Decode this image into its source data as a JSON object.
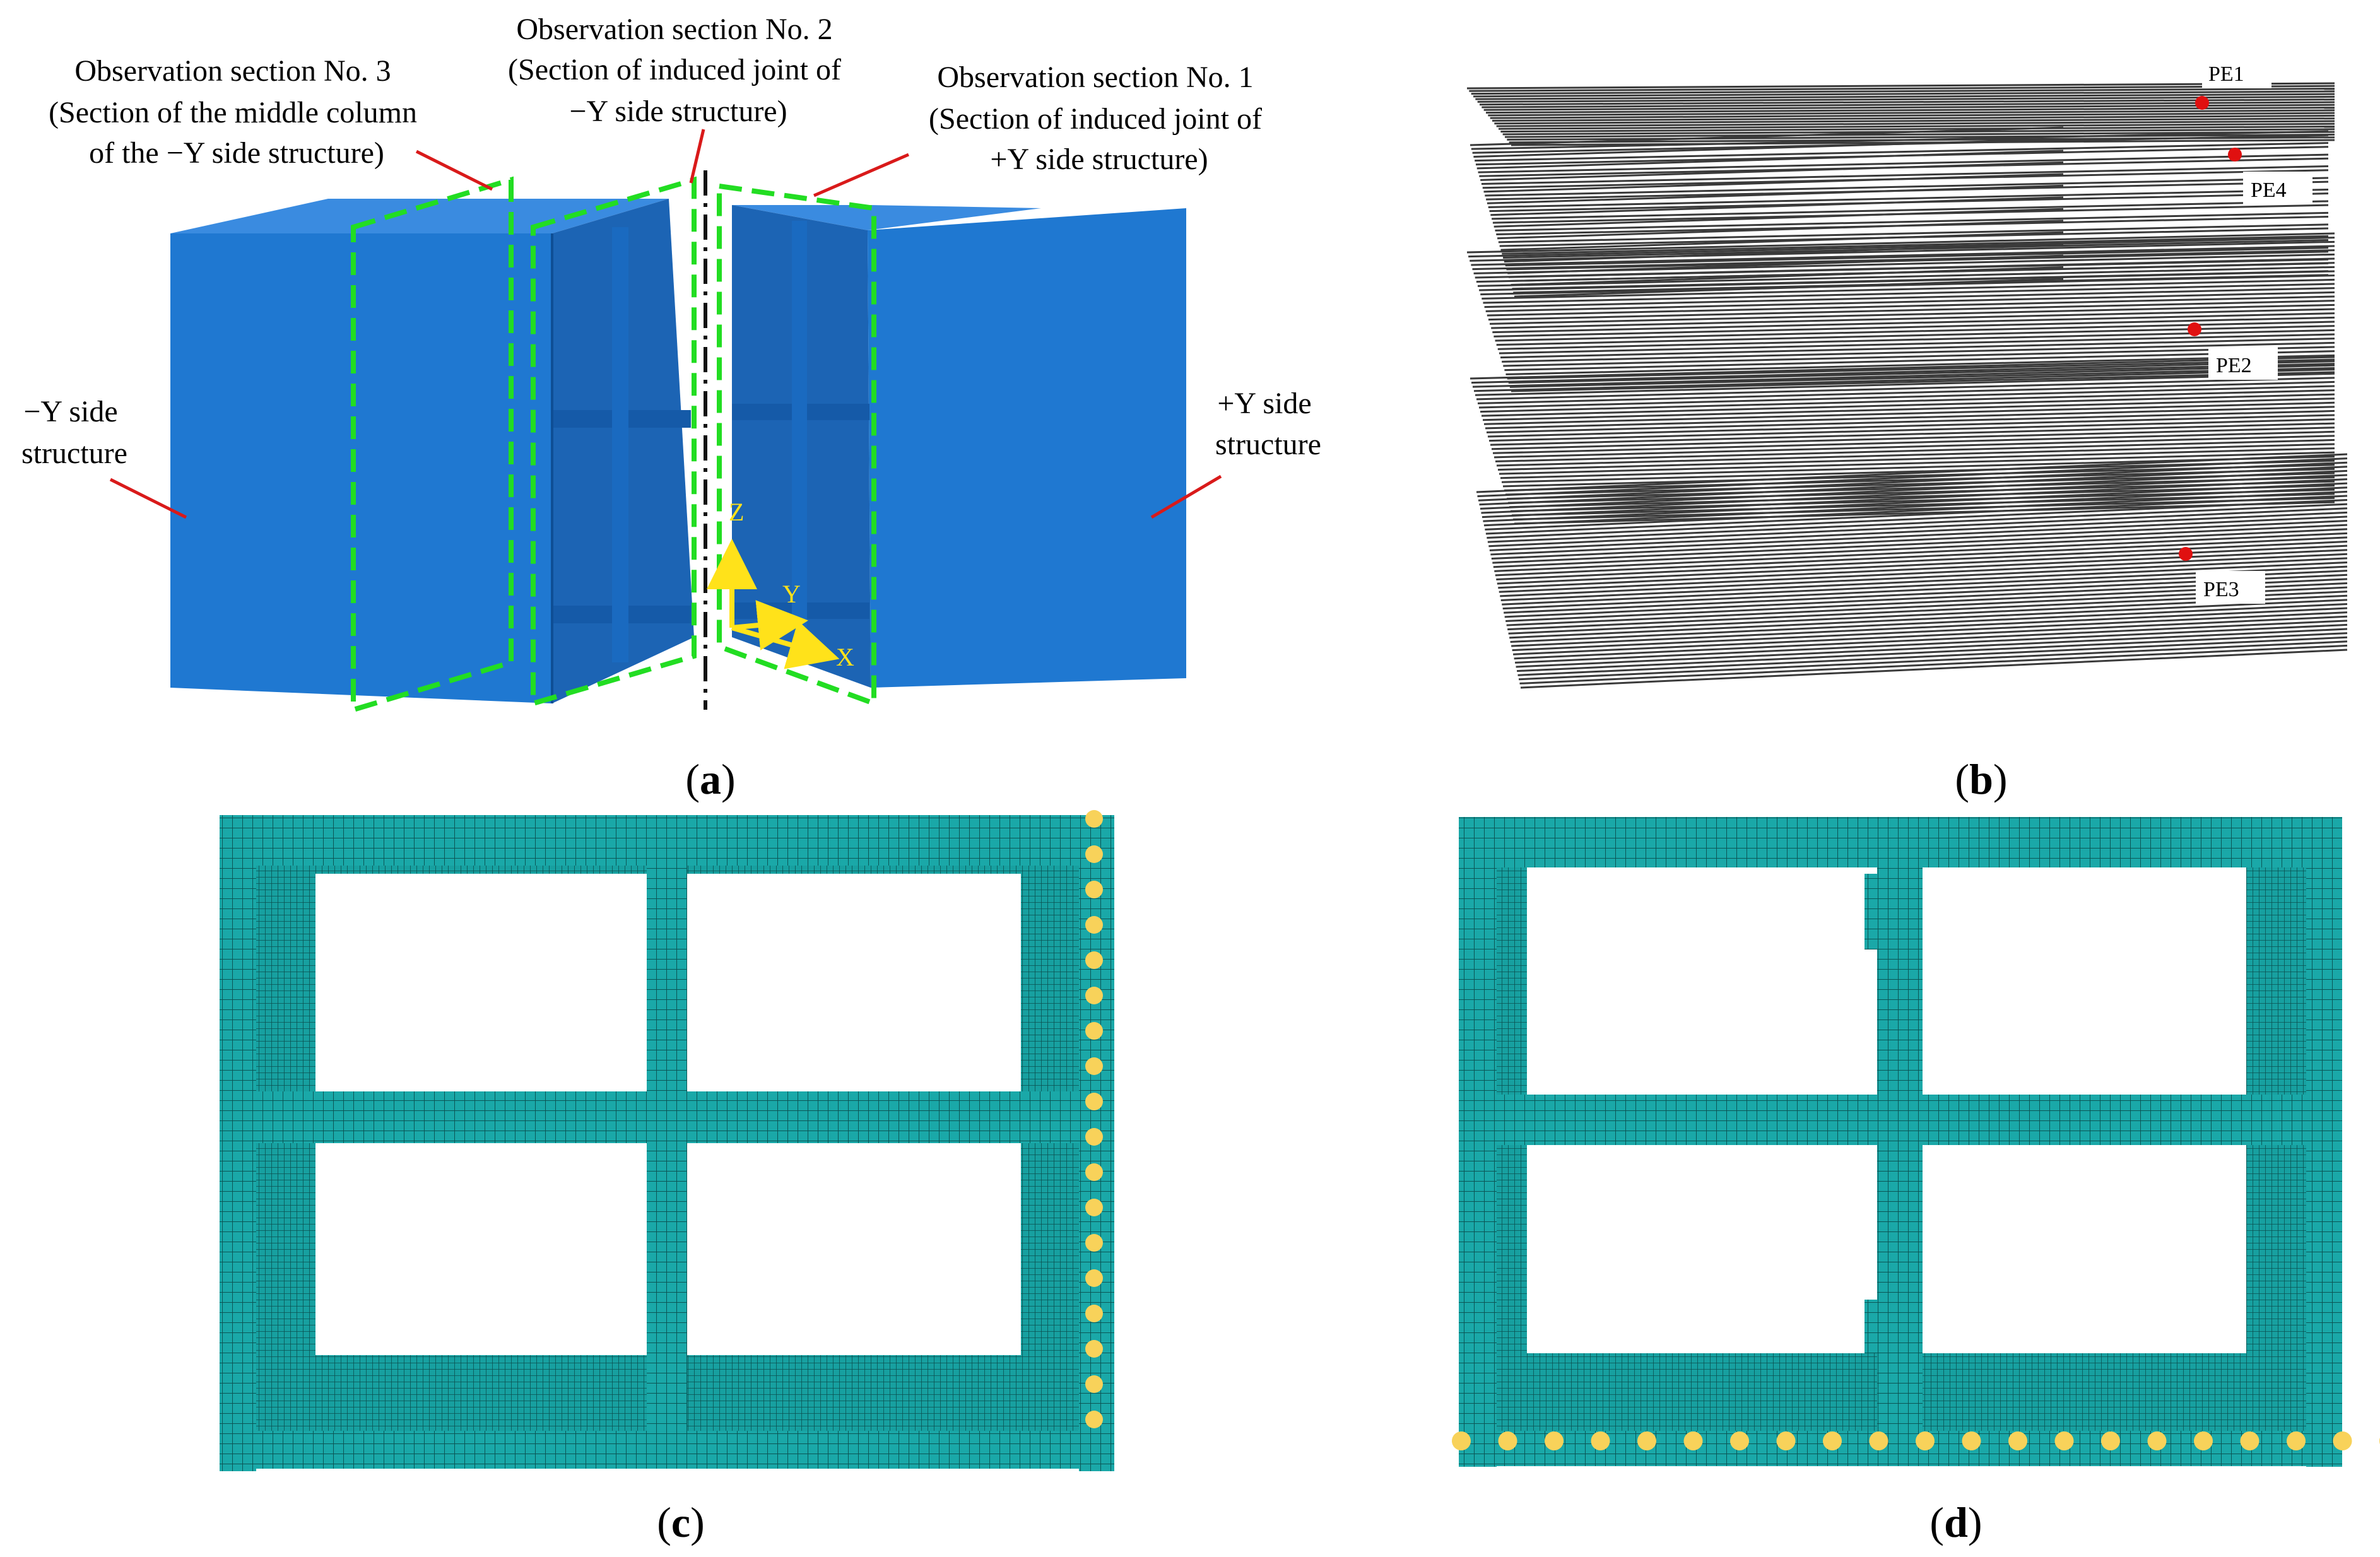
{
  "panels": {
    "a": {
      "caption_letter": "a",
      "callouts": {
        "section3": [
          "Observation section No. 3",
          "(Section of the middle column",
          "of the −Y side structure)"
        ],
        "section2": [
          "Observation section No. 2",
          "(Section of induced joint of",
          "−Y side structure)"
        ],
        "section1": [
          "Observation section No. 1",
          "(Section of induced joint of",
          "+Y side structure)"
        ],
        "neg_side": [
          "−Y side",
          "structure"
        ],
        "pos_side": [
          "+Y side",
          "structure"
        ]
      },
      "axes": {
        "z": "Z",
        "y": "Y",
        "x": "X"
      },
      "colors": {
        "structure": "#1f78d1",
        "section_outline": "#22dd22",
        "axis_arrows": "#ffe21a",
        "leader": "#d91a1a"
      }
    },
    "b": {
      "caption_letter": "b",
      "points": [
        "PE1",
        "PE4",
        "PE2",
        "PE3"
      ],
      "colors": {
        "strands": "#3a3a3a",
        "points": "#e01010"
      }
    },
    "c": {
      "caption_letter": "c",
      "marker_line": "vertical",
      "colors": {
        "mesh": "#1aa8a8",
        "markers": "#f8d25a"
      }
    },
    "d": {
      "caption_letter": "d",
      "marker_line": "horizontal",
      "colors": {
        "mesh": "#1aa8a8",
        "markers": "#f8d25a"
      }
    }
  }
}
